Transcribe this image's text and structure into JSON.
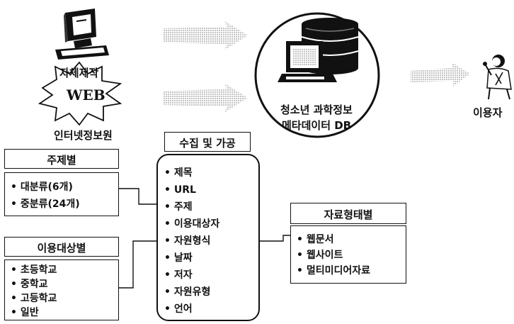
{
  "sources": {
    "self_made": "자체제작",
    "web_badge": "WEB",
    "internet": "인터넷정보원"
  },
  "database": {
    "line1": "청소년 과학정보",
    "line2": "메타데이터 DB"
  },
  "user": {
    "label": "이용자"
  },
  "collection": {
    "title": "수집 및 가공",
    "items": [
      "제목",
      "URL",
      "주제",
      "이용대상자",
      "자원형식",
      "날짜",
      "저자",
      "자원유형",
      "언어"
    ]
  },
  "subject": {
    "title": "주제별",
    "items": [
      "대분류(6개)",
      "중분류(24개)"
    ]
  },
  "audience": {
    "title": "이용대상별",
    "items": [
      "초등학교",
      "중학교",
      "고등학교",
      "일반"
    ]
  },
  "format": {
    "title": "자료형태별",
    "items": [
      "웹문서",
      "웹사이트",
      "멀티미디어자료"
    ]
  },
  "colors": {
    "line": "#111111",
    "arrow": "#c8c8c8"
  },
  "icons": [
    "computer-icon",
    "web-starburst-icon",
    "database-server-icon",
    "user-figure-icon",
    "flow-arrow-icon"
  ]
}
